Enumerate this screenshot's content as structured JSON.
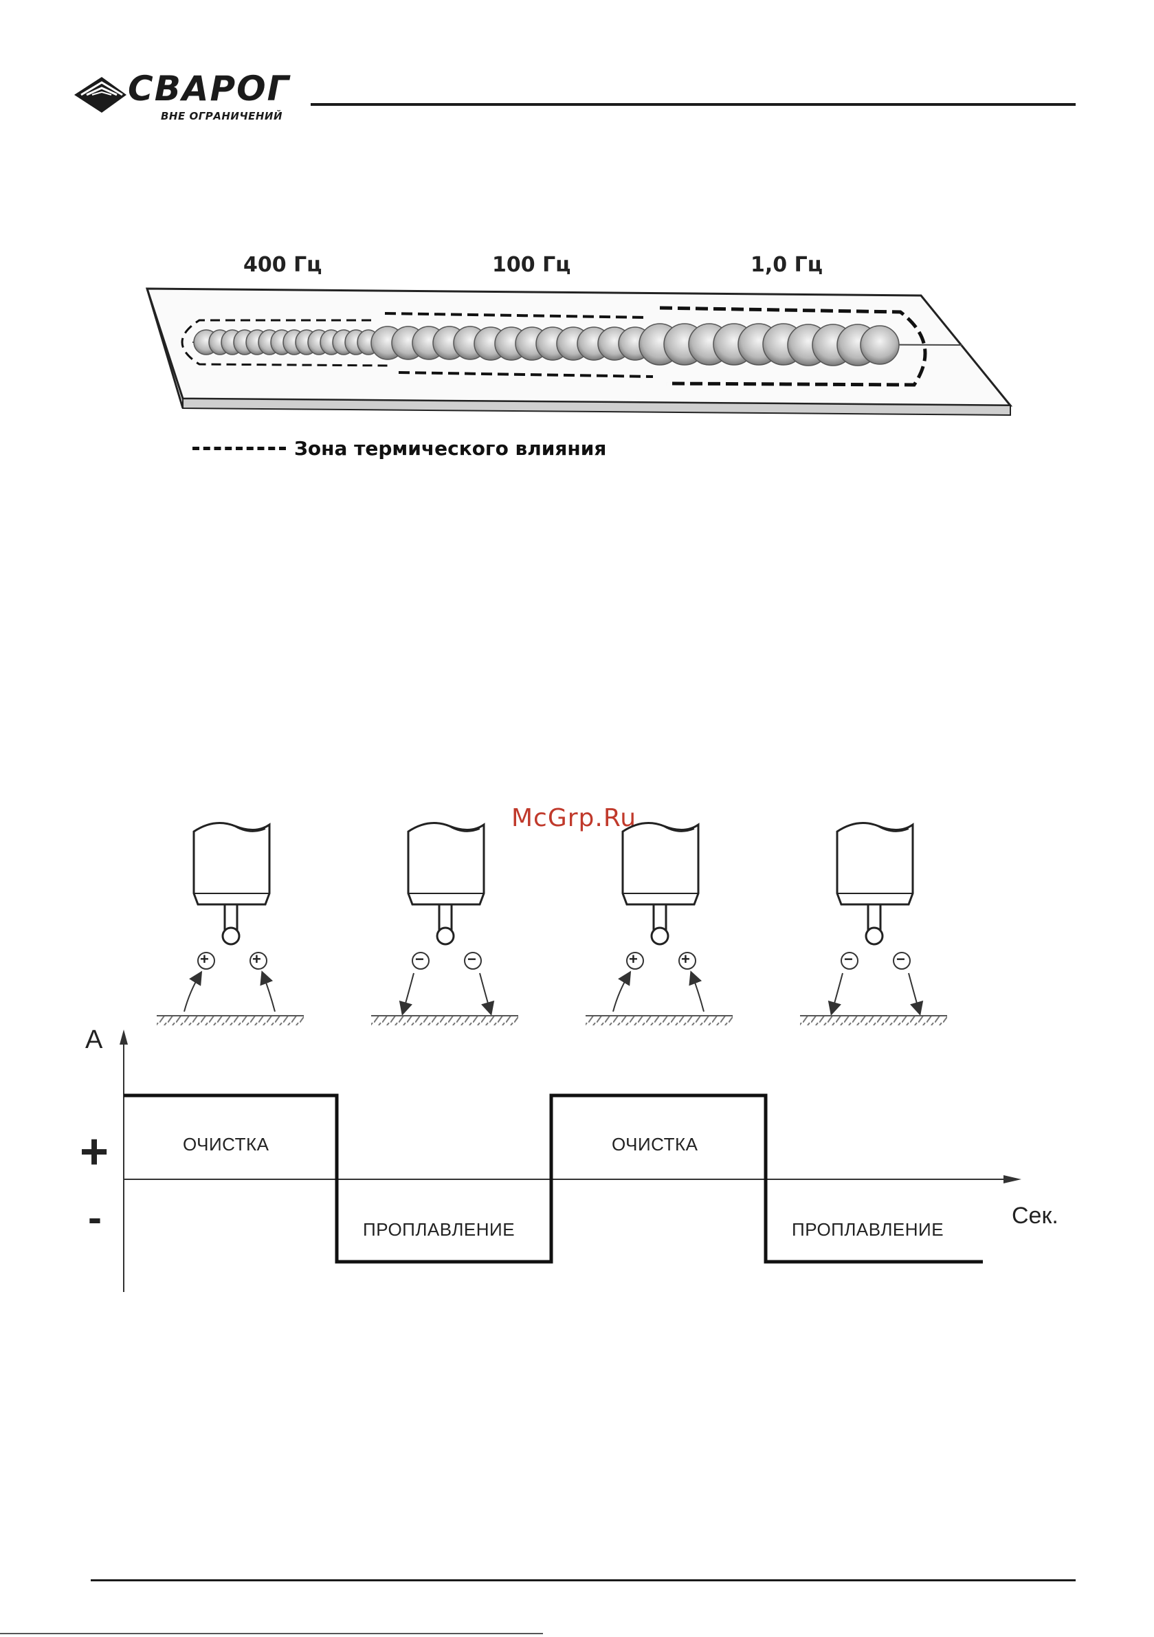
{
  "header": {
    "brand": "СВАРОГ",
    "tagline": "ВНЕ ОГРАНИЧЕНИЙ"
  },
  "figure1": {
    "frequencies": [
      "400 Гц",
      "100 Гц",
      "1,0 Гц"
    ],
    "legend": "Зона термического влияния"
  },
  "watermark": "McGrp.Ru",
  "figure2": {
    "y_axis_label": "A",
    "x_axis_label": "Сек.",
    "plus_sign": "+",
    "minus_sign": "-",
    "phase_labels": [
      "ОЧИСТКА",
      "ПРОПЛАВЛЕНИЕ",
      "ОЧИСТКА",
      "ПРОПЛАВЛЕНИЕ"
    ],
    "polarity_symbols": [
      "+",
      "−",
      "+",
      "−"
    ]
  }
}
